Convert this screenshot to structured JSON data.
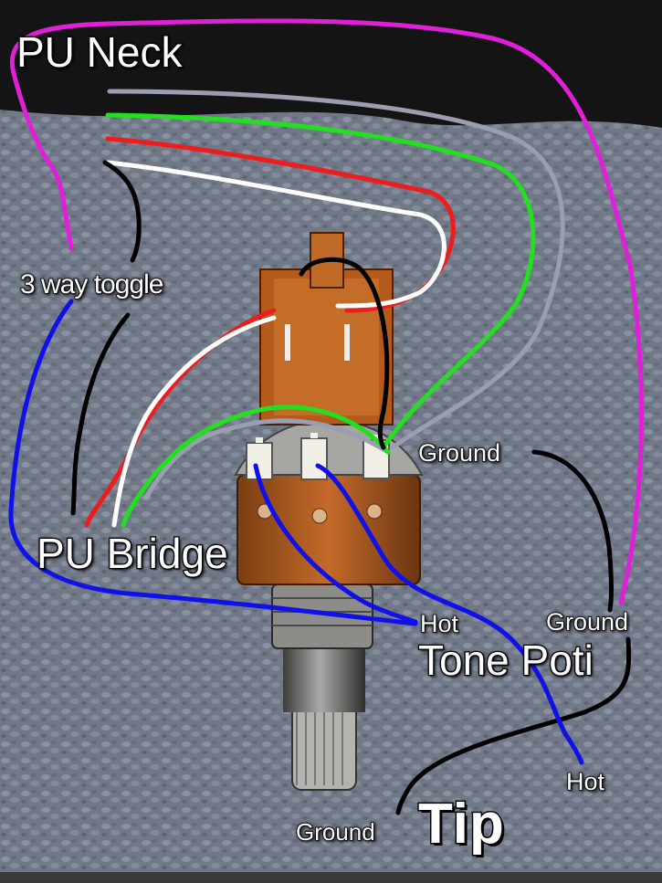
{
  "labels": {
    "pu_neck": "PU Neck",
    "three_way_toggle": "3 way toggle",
    "pu_bridge": "PU Bridge",
    "ground_pot": "Ground",
    "hot_pot": "Hot",
    "ground_tone": "Ground",
    "tone_poti": "Tone Poti",
    "hot_tip": "Hot",
    "ground_tip": "Ground",
    "tip": "Tip"
  },
  "wire_colors": {
    "magenta": "#e020d8",
    "gray": "#9a9eb0",
    "green": "#22e020",
    "red": "#ee1c1c",
    "white": "#ffffff",
    "black": "#000000",
    "blue": "#1010e8"
  }
}
